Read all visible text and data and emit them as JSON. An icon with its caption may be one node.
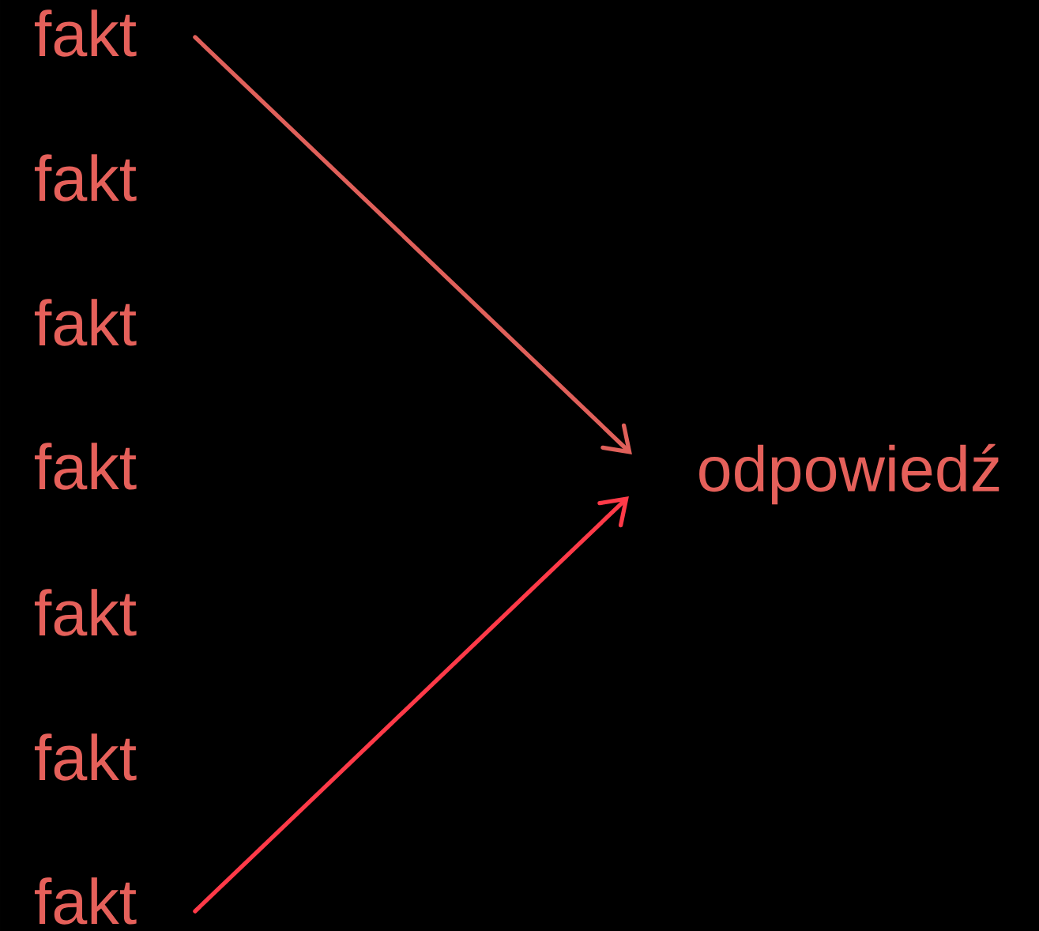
{
  "diagram": {
    "nodes": [
      {
        "text": [
          "fakt"
        ]
      },
      {
        "text": [
          "fakt"
        ]
      },
      {
        "text": [
          "fakt"
        ]
      },
      {
        "text": [
          "fakt"
        ]
      },
      {
        "text": [
          "fakt"
        ]
      },
      {
        "text": [
          "fakt"
        ]
      },
      {
        "text": [
          "fakt"
        ]
      },
      {
        "text": [
          "odpowiedź"
        ]
      }
    ],
    "edges": [
      {
        "from": 0,
        "to": 7,
        "arrow": "to",
        "color": "#e0605a"
      },
      {
        "from": 6,
        "to": 7,
        "arrow": "to",
        "color": "#ff3a48"
      }
    ]
  }
}
